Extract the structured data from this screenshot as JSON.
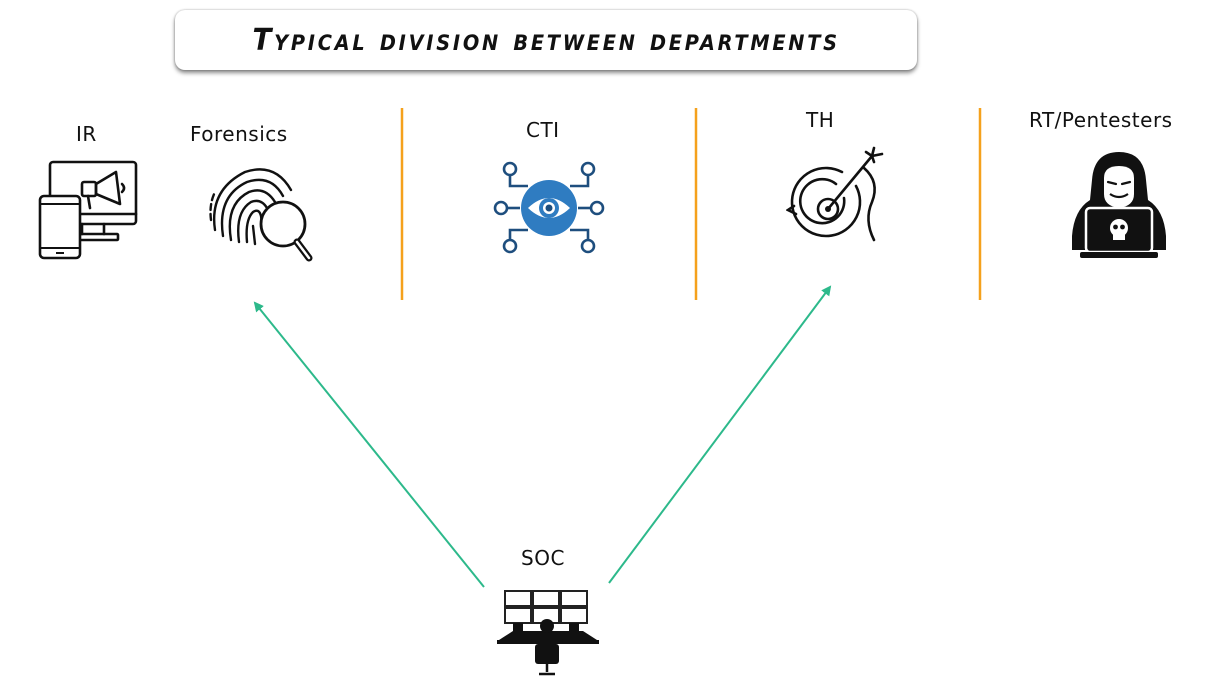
{
  "title": "Typical division between departments",
  "colors": {
    "divider": "#f5a11c",
    "arrow": "#2db98b",
    "cti_blue": "#2f7cc1",
    "cti_dark": "#1e4e7e",
    "ink": "#111111"
  },
  "departments": [
    {
      "label": "IR",
      "icon": "devices-megaphone-icon"
    },
    {
      "label": "Forensics",
      "icon": "fingerprint-magnifier-icon"
    },
    {
      "label": "CTI",
      "icon": "eye-network-icon"
    },
    {
      "label": "TH",
      "icon": "target-arrow-icon"
    },
    {
      "label": "RT/Pentesters",
      "icon": "hooded-hacker-icon"
    }
  ],
  "source": {
    "label": "SOC",
    "icon": "soc-operator-icon"
  },
  "arrows": [
    {
      "from": "SOC",
      "to": "Forensics"
    },
    {
      "from": "SOC",
      "to": "TH"
    }
  ]
}
